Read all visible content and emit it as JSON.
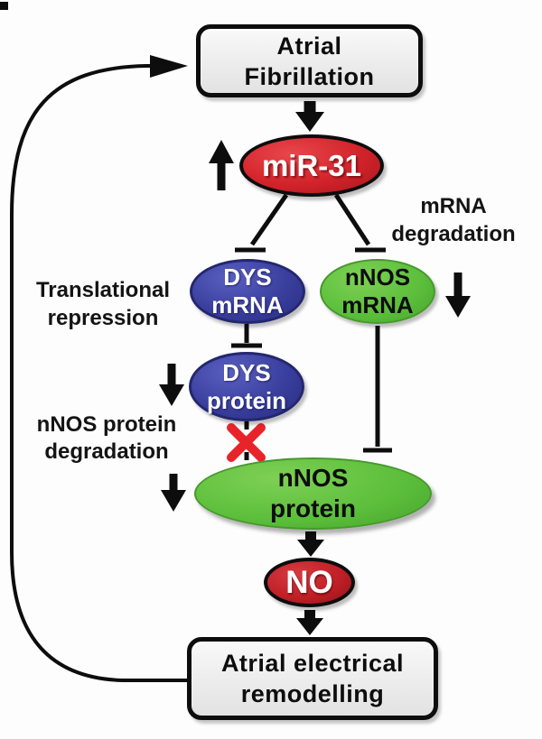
{
  "figure": {
    "background_color": "#fdfdfd",
    "line_color": "#0d0d0d",
    "colors": {
      "mir31_red": "#d2232a",
      "no_red": "#c02026",
      "dys_blue": "#3a3f9e",
      "nnos_green": "#5bbe3b",
      "box_fill": "#ececec",
      "x_mark_red": "#e8242b"
    },
    "nodes": {
      "atrial_fibrillation": {
        "line1": "Atrial",
        "line2": "Fibrillation"
      },
      "mir31": {
        "label": "miR-31"
      },
      "dys_mrna": {
        "line1": "DYS",
        "line2": "mRNA"
      },
      "nnos_mrna": {
        "line1": "nNOS",
        "line2": "mRNA"
      },
      "dys_protein": {
        "line1": "DYS",
        "line2": "protein"
      },
      "nnos_protein": {
        "line1": "nNOS",
        "line2": "protein"
      },
      "no": {
        "label": "NO"
      },
      "atrial_remodelling": {
        "line1": "Atrial electrical",
        "line2": "remodelling"
      }
    },
    "annotations": {
      "translational_repression": {
        "line1": "Translational",
        "line2": "repression"
      },
      "mrna_degradation": {
        "line1": "mRNA",
        "line2": "degradation"
      },
      "nnos_protein_degradation": {
        "line1": "nNOS protein",
        "line2": "degradation"
      }
    }
  }
}
